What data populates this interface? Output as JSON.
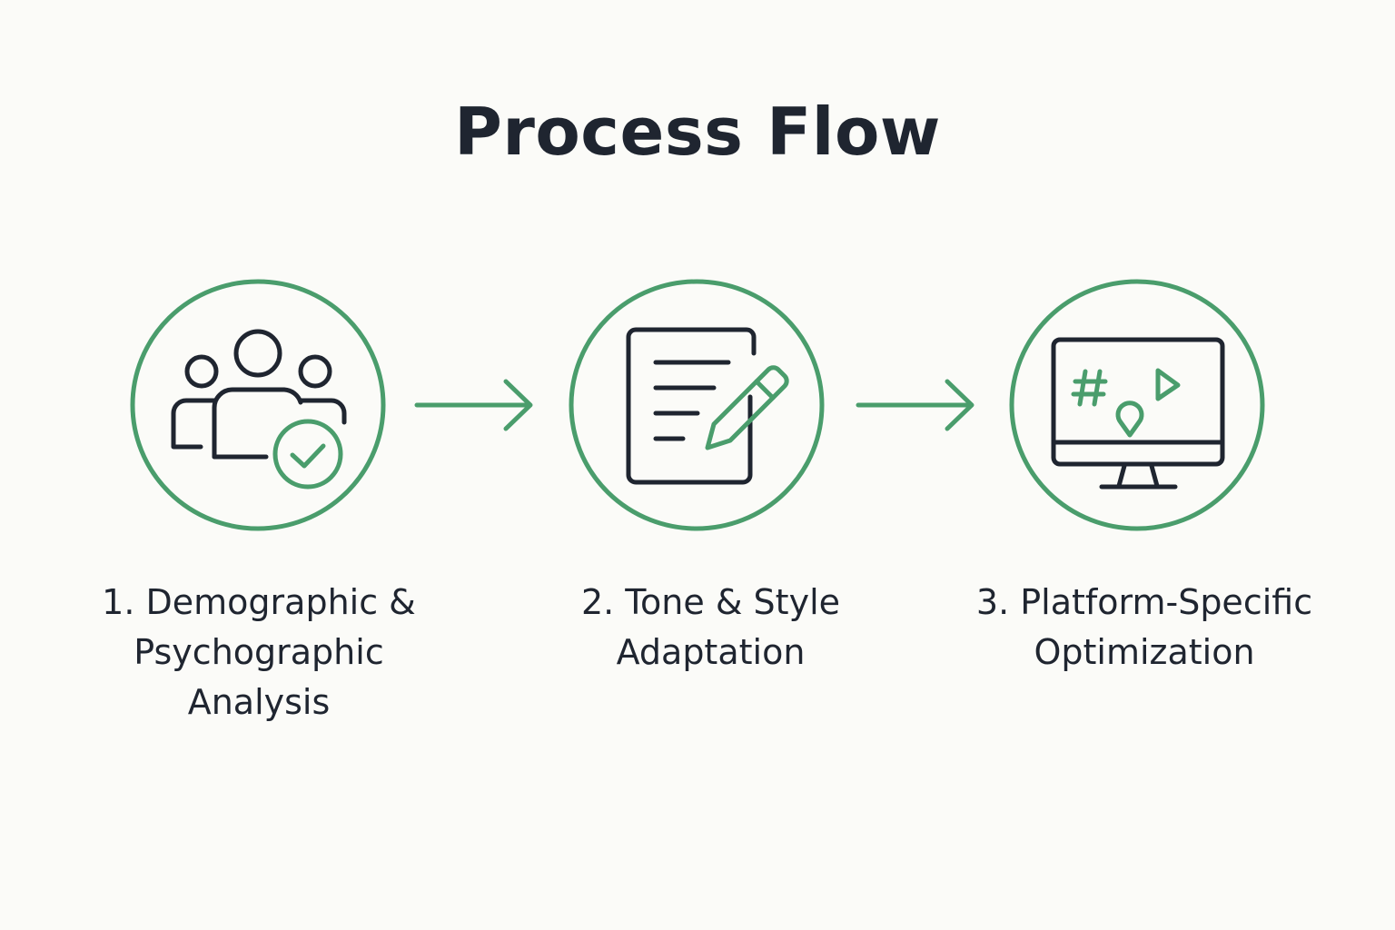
{
  "title": "Process Flow",
  "colors": {
    "accent": "#4a9d6c",
    "ink": "#1f2530",
    "background": "#fbfbf8"
  },
  "steps": [
    {
      "icon": "people-check-icon",
      "lines": [
        "1. Demographic &",
        "Psychographic",
        "Analysis"
      ]
    },
    {
      "icon": "document-pencil-icon",
      "lines": [
        "2. Tone & Style",
        "Adaptation"
      ]
    },
    {
      "icon": "monitor-hashtag-play-icon",
      "lines": [
        "3. Platform-Specific",
        "Optimization"
      ]
    }
  ]
}
